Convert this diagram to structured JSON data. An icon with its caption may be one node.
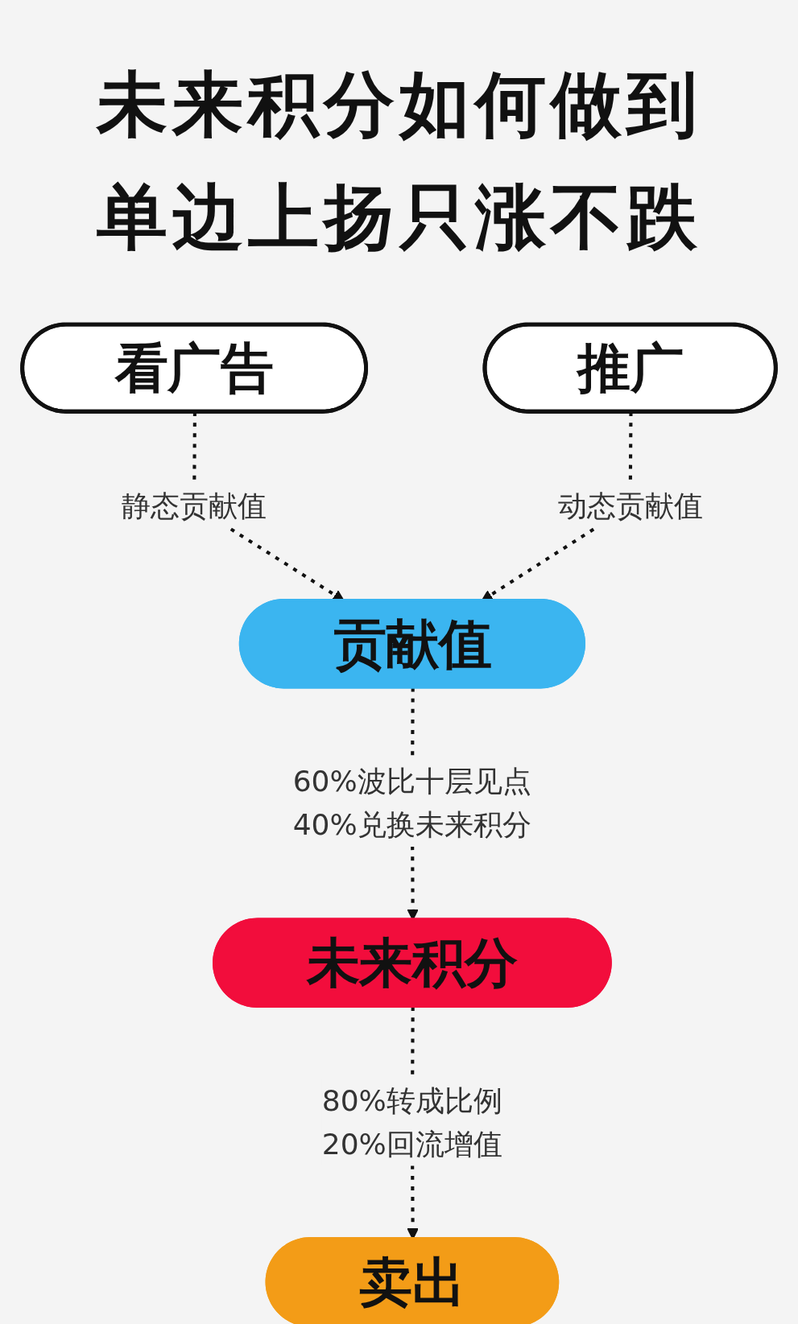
{
  "diagram": {
    "title": "未来积分如何做到单边上扬只涨不跌",
    "nodes": [
      {
        "text": [
          "看广告"
        ]
      },
      {
        "text": [
          "推广"
        ]
      },
      {
        "text": [
          "贡献值"
        ]
      },
      {
        "text": [
          "未来积分"
        ]
      },
      {
        "text": [
          "卖出"
        ]
      }
    ],
    "edges": [
      {
        "from": 0,
        "to": 2,
        "arrow": "to",
        "label": "静态贡献值",
        "style": "dashed"
      },
      {
        "from": 1,
        "to": 2,
        "arrow": "to",
        "label": "动态贡献值",
        "style": "dashed"
      },
      {
        "from": 2,
        "to": 3,
        "arrow": "to",
        "label": "60%波比十层见点 40%兑换未来积分",
        "style": "dashed"
      },
      {
        "from": 3,
        "to": 4,
        "arrow": "to",
        "label": "80%转成比例 20%回流增值",
        "style": "dashed"
      }
    ]
  }
}
